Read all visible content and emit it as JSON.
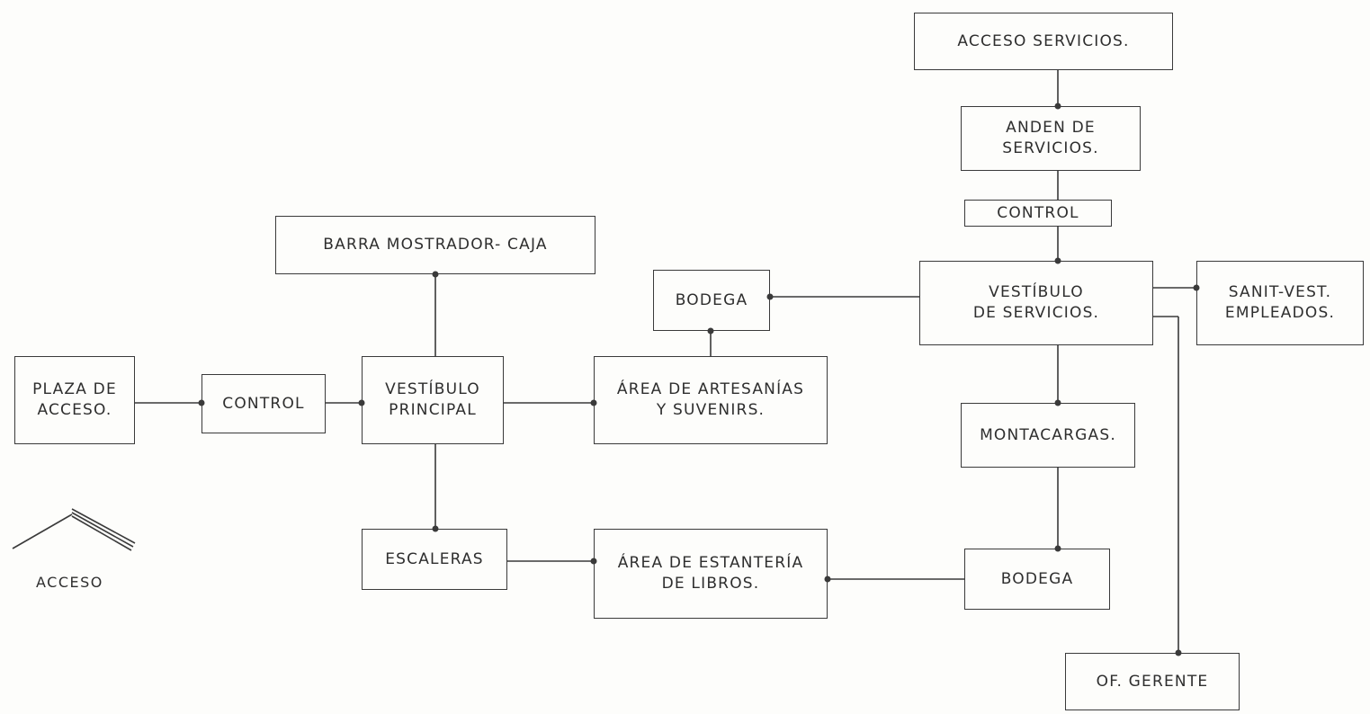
{
  "nodes": {
    "acceso_servicios": "Acceso servicios.",
    "anden_servicios": "Anden de\nservicios.",
    "control_servicios": "Control",
    "barra_mostrador": "Barra mostrador- caja",
    "bodega_artesanias": "Bodega",
    "vestibulo_servicios": "Vestíbulo\nde servicios.",
    "sanit_vest": "Sanit-vest.\nempleados.",
    "plaza_acceso": "Plaza de\nacceso.",
    "control_principal": "Control",
    "vestibulo_principal": "Vestíbulo\nprincipal",
    "area_artesanias": "Área de artesanías\ny suvenirs.",
    "montacargas": "Montacargas.",
    "escaleras": "Escaleras",
    "area_estanteria": "Área de estantería\nde libros.",
    "bodega_libros": "Bodega",
    "of_gerente": "Of. gerente"
  },
  "access_label": "Acceso",
  "colors": {
    "ink": "#3a3a3a",
    "paper": "#fdfdfb"
  }
}
